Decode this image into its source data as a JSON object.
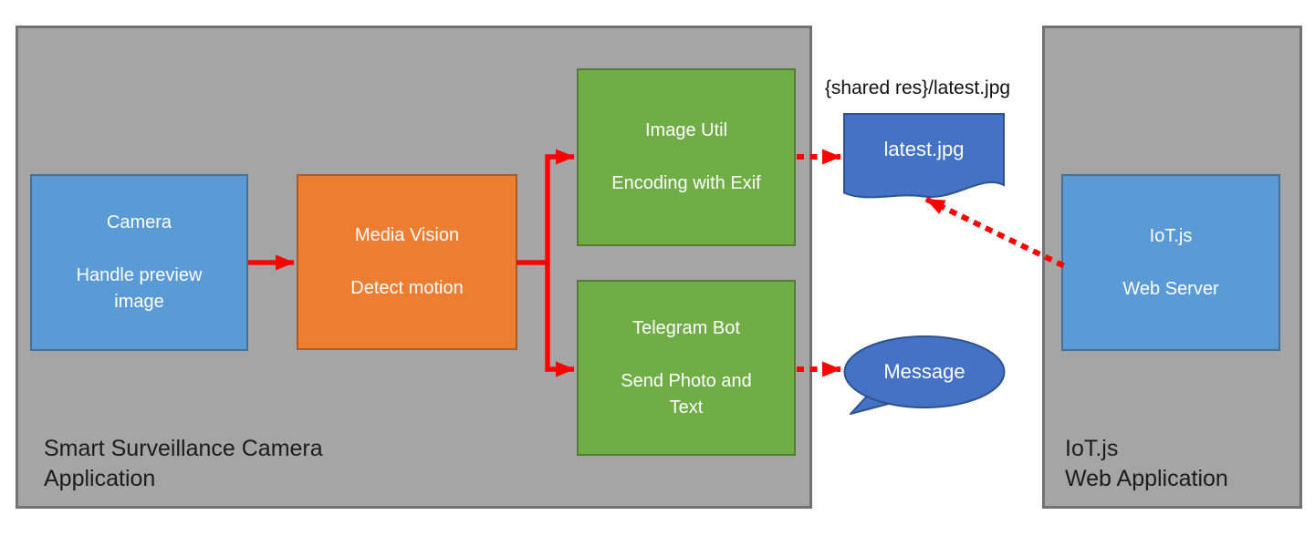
{
  "diagram": {
    "left_container": {
      "label": "Smart Surveillance Camera\nApplication"
    },
    "right_container": {
      "label": "IoT.js\nWeb Application"
    },
    "nodes": {
      "camera": {
        "title": "Camera",
        "subtitle": "Handle preview\nimage"
      },
      "media_vision": {
        "title": "Media Vision",
        "subtitle": "Detect motion"
      },
      "image_util": {
        "title": "Image Util",
        "subtitle": "Encoding with Exif"
      },
      "telegram_bot": {
        "title": "Telegram Bot",
        "subtitle": "Send Photo and\nText"
      },
      "web_server": {
        "title": "IoT.js",
        "subtitle": "Web Server"
      },
      "latest_jpg": {
        "label": "latest.jpg"
      },
      "message": {
        "label": "Message"
      }
    },
    "annotations": {
      "shared_res_path": "{shared res}/latest.jpg"
    },
    "connections": [
      {
        "from": "camera",
        "to": "media_vision",
        "style": "solid"
      },
      {
        "from": "media_vision",
        "to": "image_util",
        "style": "solid"
      },
      {
        "from": "media_vision",
        "to": "telegram_bot",
        "style": "solid"
      },
      {
        "from": "image_util",
        "to": "latest_jpg",
        "style": "dotted"
      },
      {
        "from": "telegram_bot",
        "to": "message",
        "style": "dotted"
      },
      {
        "from": "web_server",
        "to": "latest_jpg",
        "style": "dotted"
      }
    ],
    "colors": {
      "container_fill": "#a5a5a5",
      "container_border": "#727272",
      "blue_fill": "#5b9bd5",
      "blue_border": "#41719c",
      "orange_fill": "#ed7d31",
      "orange_border": "#ae5a21",
      "green_fill": "#70ad47",
      "green_border": "#507e32",
      "shape_fill": "#4472c4",
      "shape_border": "#2f528f",
      "arrow": "#ff0000"
    }
  }
}
